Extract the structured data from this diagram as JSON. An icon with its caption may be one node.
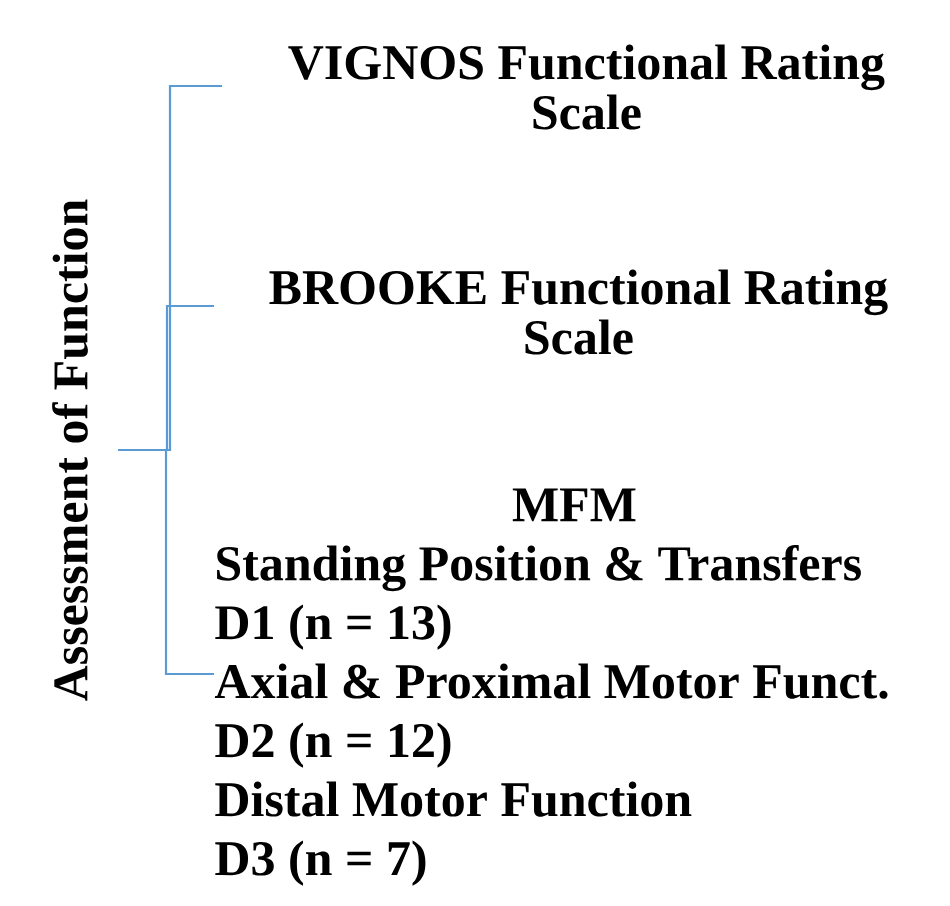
{
  "diagram": {
    "nodes": [
      {
        "text": [
          "Assessment of Function"
        ]
      },
      {
        "text": [
          "VIGNOS Functional Rating Scale"
        ]
      },
      {
        "text": [
          "BROOKE Functional Rating Scale"
        ]
      },
      {
        "text": [
          "MFM",
          "Standing Position & Transfers D1 (n = 13)",
          "Axial & Proximal Motor Funct. D2 (n = 12)",
          "Distal Motor Function D3 (n = 7)"
        ]
      }
    ],
    "edges": [
      {
        "from": 0,
        "to": 1,
        "arrow": "none"
      },
      {
        "from": 0,
        "to": 2,
        "arrow": "none"
      },
      {
        "from": 0,
        "to": 3,
        "arrow": "none"
      }
    ]
  }
}
